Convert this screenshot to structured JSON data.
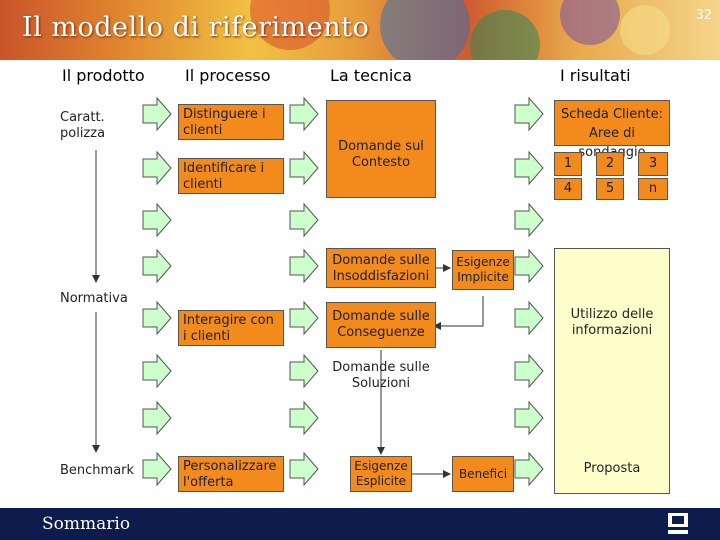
{
  "header": {
    "title": "Il modello di riferimento",
    "page_number": "32"
  },
  "columns": {
    "prodotto": "Il prodotto",
    "processo": "Il processo",
    "tecnica": "La tecnica",
    "risultati": "I risultati"
  },
  "prodotto": {
    "caratt": "Caratt. polizza",
    "normativa": "Normativa",
    "benchmark": "Benchmark"
  },
  "processo": {
    "distinguere": "Distinguere i clienti",
    "identificare": "Identificare i clienti",
    "interagire": "Interagire con i clienti",
    "personalizzare": "Personalizzare l'offerta"
  },
  "tecnica": {
    "contesto": "Domande sul Contesto",
    "insoddisfazioni": "Domande sulle Insoddisfazioni",
    "conseguenze": "Domande sulle Conseguenze",
    "soluzioni": "Domande sulle Soluzioni",
    "esigenze_esplicite": "Esigenze Esplicite"
  },
  "esigenze_implicite": "Esigenze Implicite",
  "benefici": "Benefici",
  "risultati": {
    "scheda_title": "Scheda Cliente:",
    "scheda_sub": "Aree di sondaggio",
    "grid": [
      "1",
      "2",
      "3",
      "4",
      "5",
      "n"
    ],
    "utilizzo": "Utilizzo delle informazioni",
    "proposta": "Proposta"
  },
  "footer": {
    "sommario": "Sommario"
  },
  "colors": {
    "orange": "#f38a1c",
    "yellow": "#ffffcc",
    "arrow": "#ccffcc",
    "navy": "#0d1b4d"
  }
}
